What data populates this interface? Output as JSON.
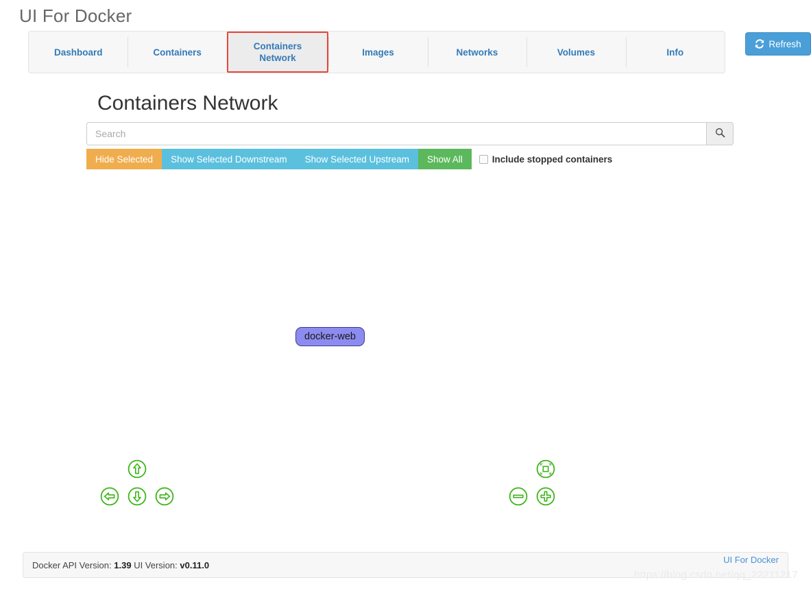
{
  "app": {
    "title": "UI For Docker"
  },
  "tabs": [
    {
      "label": "Dashboard",
      "label2": "",
      "active": false
    },
    {
      "label": "Containers",
      "label2": "",
      "active": false
    },
    {
      "label": "Containers",
      "label2": "Network",
      "active": true
    },
    {
      "label": "Images",
      "label2": "",
      "active": false
    },
    {
      "label": "Networks",
      "label2": "",
      "active": false
    },
    {
      "label": "Volumes",
      "label2": "",
      "active": false
    },
    {
      "label": "Info",
      "label2": "",
      "active": false
    }
  ],
  "toolbar": {
    "refresh_label": "Refresh",
    "refresh_icon": "refresh-icon"
  },
  "page": {
    "heading": "Containers Network"
  },
  "search": {
    "value": "",
    "placeholder": "Search",
    "button_icon": "search-icon"
  },
  "actions": {
    "hide_selected": "Hide Selected",
    "show_selected_downstream": "Show Selected Downstream",
    "show_selected_upstream": "Show Selected Upstream",
    "show_all": "Show All",
    "include_stopped_label": "Include stopped containers",
    "include_stopped_checked": false
  },
  "graph": {
    "nodes": [
      {
        "label": "docker-web"
      }
    ],
    "pan_controls": [
      {
        "name": "pan-up-icon",
        "dir": "up"
      },
      {
        "name": "pan-left-icon",
        "dir": "left"
      },
      {
        "name": "pan-down-icon",
        "dir": "down"
      },
      {
        "name": "pan-right-icon",
        "dir": "right"
      }
    ],
    "zoom_controls": [
      {
        "name": "zoom-fit-icon"
      },
      {
        "name": "zoom-out-icon"
      },
      {
        "name": "zoom-in-icon"
      }
    ]
  },
  "footer": {
    "api_version_label": "Docker API Version:",
    "api_version_value": "1.39",
    "ui_version_label": "UI Version:",
    "ui_version_value": "v0.11.0",
    "link_label": "UI For Docker"
  },
  "watermark": {
    "text": "https://blog.csdn.net/qq_22211217"
  },
  "colors": {
    "tab_link": "#337ab7",
    "active_tab_border": "#e8453c",
    "refresh_blue": "#4a9fd8",
    "orange": "#f0ad4e",
    "info_blue": "#5bc0de",
    "green": "#5cb85c",
    "node_fill": "#8c8cf0",
    "node_stroke": "#3b3b8f",
    "control_green": "#3cb518"
  }
}
